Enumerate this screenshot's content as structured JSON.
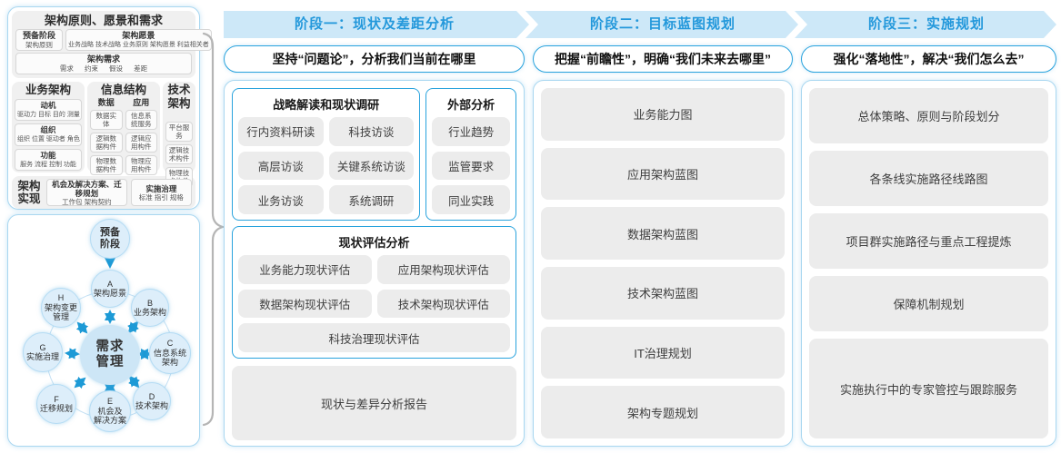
{
  "colors": {
    "accent": "#29a3dd",
    "band_bg": "#cde8f8",
    "band_text": "#2398db",
    "panel_border": "#a9d7f0",
    "box_bg": "#ececec",
    "circle_fill": "#ddeefa",
    "center_fill": "#cde6f6",
    "arrow": "#1d9ad6"
  },
  "left": {
    "framework": {
      "title": "架构原则、愿景和需求",
      "prep_title": "预备阶段",
      "prep_sub": "架构原则",
      "vision_title": "架构愿景",
      "vision_sub": "业务战略 技术战略 业务原则 架构愿景 利益相关者",
      "req_title": "架构需求",
      "req_sub": "需求 约束 假设 差距",
      "biz_title": "业务架构",
      "biz_items": [
        {
          "title": "动机",
          "sub": "驱动力 目标 目的 测量"
        },
        {
          "title": "组织",
          "sub": "组织 位置 驱动者 角色"
        },
        {
          "title": "功能",
          "sub": "服务 流程 控制 功能"
        }
      ],
      "info_title": "信息结构",
      "data_header": "数据",
      "data_items": [
        "数据实体",
        "逻辑数据构件",
        "物理数据构件"
      ],
      "app_header": "应用",
      "app_items": [
        "信息系统服务",
        "逻辑应用构件",
        "物理应用构件"
      ],
      "tech_title": "技术架构",
      "tech_items": [
        "平台服务",
        "逻辑技术构件",
        "物理技术构件"
      ],
      "impl_label": "架构实现",
      "impl_boxes": [
        {
          "title": "机会及解决方案、迁移规划",
          "sub": "工作包 架构契约"
        },
        {
          "title": "实施治理",
          "sub": "标准 指引 规格"
        }
      ]
    },
    "adm": {
      "prep": "预备\n阶段",
      "center": "需求\n管理",
      "nodes": [
        {
          "label": "A\n架构愿景"
        },
        {
          "label": "B\n业务架构"
        },
        {
          "label": "C\n信息系统\n架构"
        },
        {
          "label": "D\n技术架构"
        },
        {
          "label": "E\n机会及\n解决方案"
        },
        {
          "label": "F\n迁移规划"
        },
        {
          "label": "G\n实施治理"
        },
        {
          "label": "H\n架构变更\n管理"
        }
      ]
    }
  },
  "phases": [
    {
      "header": "阶段一：现状及差距分析",
      "subtitle": "坚持“问题论”，分析我们当前在哪里",
      "groups": [
        {
          "title": "战略解读和现状调研",
          "items": [
            "行内资料研读",
            "科技访谈",
            "高层访谈",
            "关键系统访谈",
            "业务访谈",
            "系统调研"
          ]
        },
        {
          "title": "外部分析",
          "items": [
            "行业趋势",
            "监管要求",
            "同业实践"
          ]
        },
        {
          "title": "现状评估分析",
          "items": [
            "业务能力现状评估",
            "应用架构现状评估",
            "数据架构现状评估",
            "技术架构现状评估",
            "科技治理现状评估"
          ]
        }
      ],
      "final": "现状与差异分析报告"
    },
    {
      "header": "阶段二：目标蓝图规划",
      "subtitle": "把握“前瞻性”，明确“我们未来去哪里”",
      "items": [
        "业务能力图",
        "应用架构蓝图",
        "数据架构蓝图",
        "技术架构蓝图",
        "IT治理规划",
        "架构专题规划"
      ]
    },
    {
      "header": "阶段三：实施规划",
      "subtitle": "强化“落地性”，解决“我们怎么去”",
      "items": [
        "总体策略、原则与阶段划分",
        "各条线实施路径线路图",
        "项目群实施路径与重点工程提炼",
        "保障机制规划",
        "实施执行中的专家管控与跟踪服务"
      ]
    }
  ]
}
